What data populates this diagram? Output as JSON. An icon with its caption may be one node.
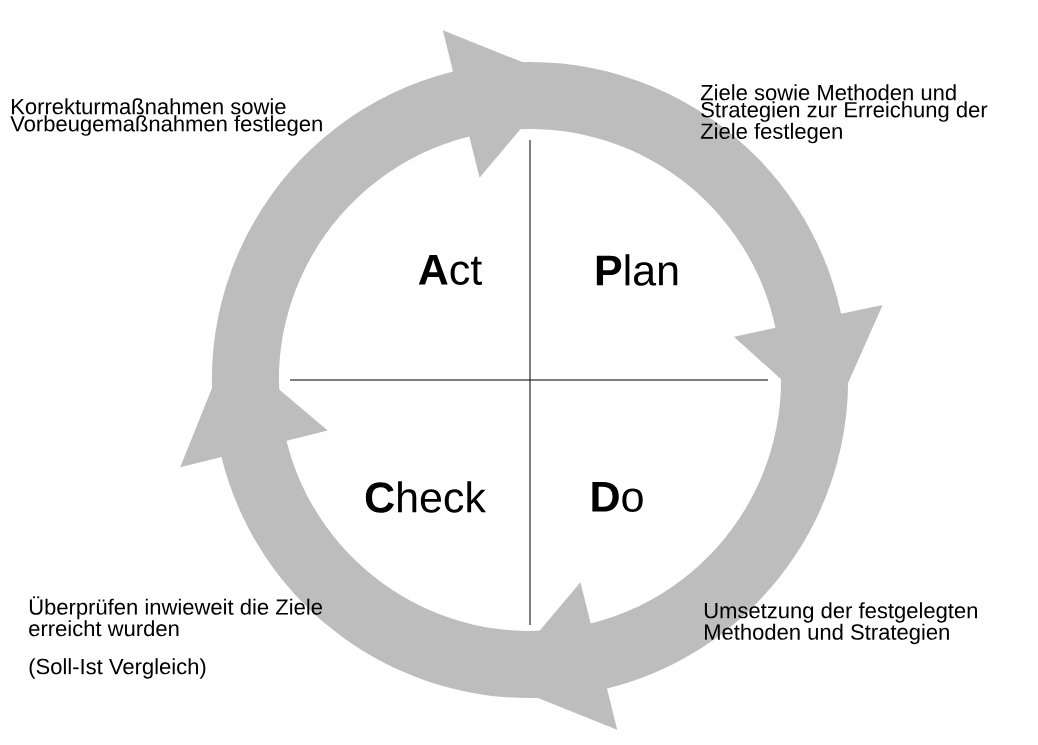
{
  "diagram": {
    "nodes": [
      {
        "text": [
          "**A**ct"
        ]
      },
      {
        "text": [
          "**P**lan"
        ]
      },
      {
        "text": [
          "**C**heck"
        ]
      },
      {
        "text": [
          "**D**o"
        ]
      }
    ],
    "edges": [
      {
        "from": 0,
        "to": 1,
        "arrow": "to"
      },
      {
        "from": 1,
        "to": 3,
        "arrow": "to"
      },
      {
        "from": 3,
        "to": 2,
        "arrow": "to"
      },
      {
        "from": 2,
        "to": 0,
        "arrow": "to"
      }
    ],
    "labels": [
      "Korrekturmaßnahmen sowie Vorbeugemaßnahmen festlegen",
      "Ziele sowie Methoden und Strategien zur Erreichung der Ziele festlegen",
      "Überprüfen inwieweit die Ziele erreicht wurden",
      "(Soll-Ist Vergleich)",
      "Umsetzung der festgelegten Methoden und Strategien"
    ]
  }
}
